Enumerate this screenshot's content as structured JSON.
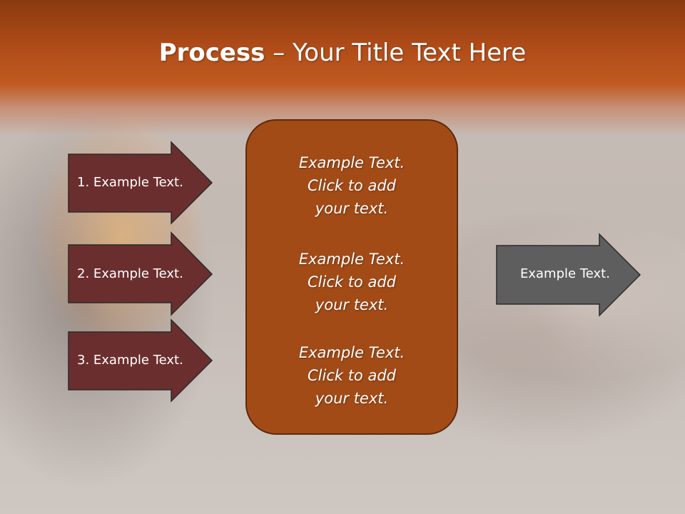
{
  "slide": {
    "title_bold": "Process",
    "title_rest": " – Your Title Text Here"
  },
  "left_arrows": [
    {
      "label": "1. Example Text."
    },
    {
      "label": "2. Example Text."
    },
    {
      "label": "3. Example Text."
    }
  ],
  "center_box": {
    "blocks": [
      {
        "line1": "Example Text.",
        "line2": "Click  to add",
        "line3": "your text."
      },
      {
        "line1": "Example Text.",
        "line2": "Click  to add",
        "line3": "your text."
      },
      {
        "line1": "Example Text.",
        "line2": "Click  to add",
        "line3": "your text."
      }
    ]
  },
  "right_arrow": {
    "label": "Example Text."
  },
  "colors": {
    "header_orange": "#c05a22",
    "left_arrow_fill": "#6b2e2e",
    "center_box_fill": "#a24b17",
    "right_arrow_fill": "#5e5e5e"
  }
}
